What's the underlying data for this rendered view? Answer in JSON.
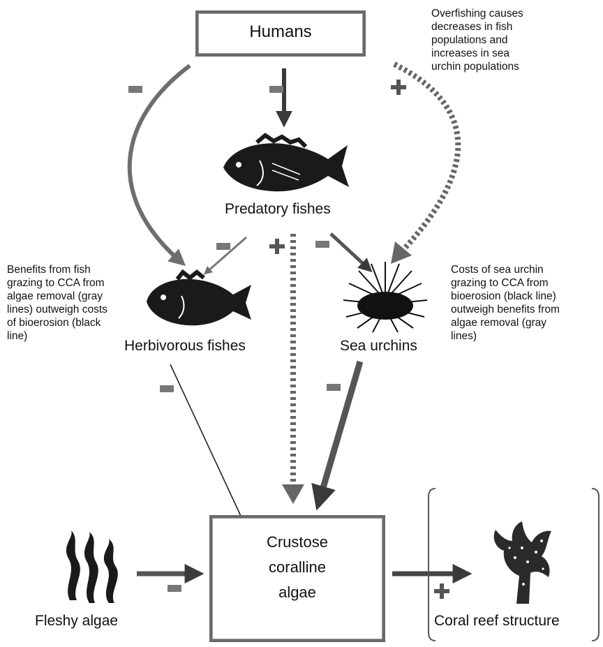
{
  "nodes": {
    "humans": "Humans",
    "predatory_fishes": "Predatory fishes",
    "herbivorous_fishes": "Herbivorous fishes",
    "sea_urchins": "Sea urchins",
    "cca_line1": "Crustose",
    "cca_line2": "coralline",
    "cca_line3": "algae",
    "fleshy_algae": "Fleshy algae",
    "coral_reef": "Coral reef structure"
  },
  "notes": {
    "overfishing": [
      "Overfishing causes",
      "decreases in fish",
      "populations and",
      "increases in sea",
      "urchin populations"
    ],
    "fish_benefits": [
      "Benefits from fish",
      "grazing to CCA from",
      "algae removal (gray",
      "lines) outweigh costs",
      "of bioerosion (black",
      "line)"
    ],
    "urchin_costs": [
      "Costs of sea urchin",
      "grazing to CCA from",
      "bioerosion (black line)",
      "outweigh benefits from",
      "algae removal (gray",
      "lines)"
    ]
  },
  "signs": {
    "minus": "−",
    "plus": "+"
  },
  "colors": {
    "gray_arrow": "#6e6e6e",
    "dark_arrow": "#3a3a3a",
    "dotted": "#666666",
    "box_border": "#6a6a6a"
  },
  "icons": [
    "fish-icon",
    "sea-urchin-icon",
    "seaweed-icon",
    "coral-icon"
  ]
}
